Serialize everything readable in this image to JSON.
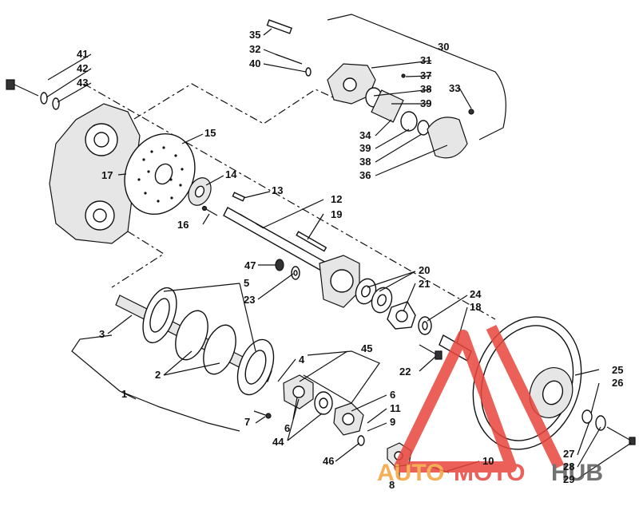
{
  "labels": {
    "l1": "1",
    "l2": "2",
    "l3": "3",
    "l4": "4",
    "l5": "5",
    "l6a": "6",
    "l6b": "6",
    "l7": "7",
    "l8": "8",
    "l9": "9",
    "l10": "10",
    "l11": "11",
    "l12": "12",
    "l13": "13",
    "l14": "14",
    "l15": "15",
    "l16": "16",
    "l17": "17",
    "l18": "18",
    "l19": "19",
    "l20": "20",
    "l21": "21",
    "l22": "22",
    "l23": "23",
    "l24": "24",
    "l25": "25",
    "l26": "26",
    "l27": "27",
    "l28": "28",
    "l29": "29",
    "l30": "30",
    "l31": "31",
    "l32": "32",
    "l33": "33",
    "l34": "34",
    "l35": "35",
    "l36": "36",
    "l37": "37",
    "l38a": "38",
    "l38b": "38",
    "l39a": "39",
    "l39b": "39",
    "l40": "40",
    "l41": "41",
    "l42": "42",
    "l43": "43",
    "l44": "44",
    "l45": "45",
    "l46": "46",
    "l47": "47"
  },
  "watermark": {
    "part1": "AUTO",
    "part2": "MOTO",
    "part3": "HUB"
  },
  "colors": {
    "watermark_red": "#e8453c",
    "watermark_orange": "#f3a23a",
    "watermark_gray": "#5a5a5a"
  }
}
